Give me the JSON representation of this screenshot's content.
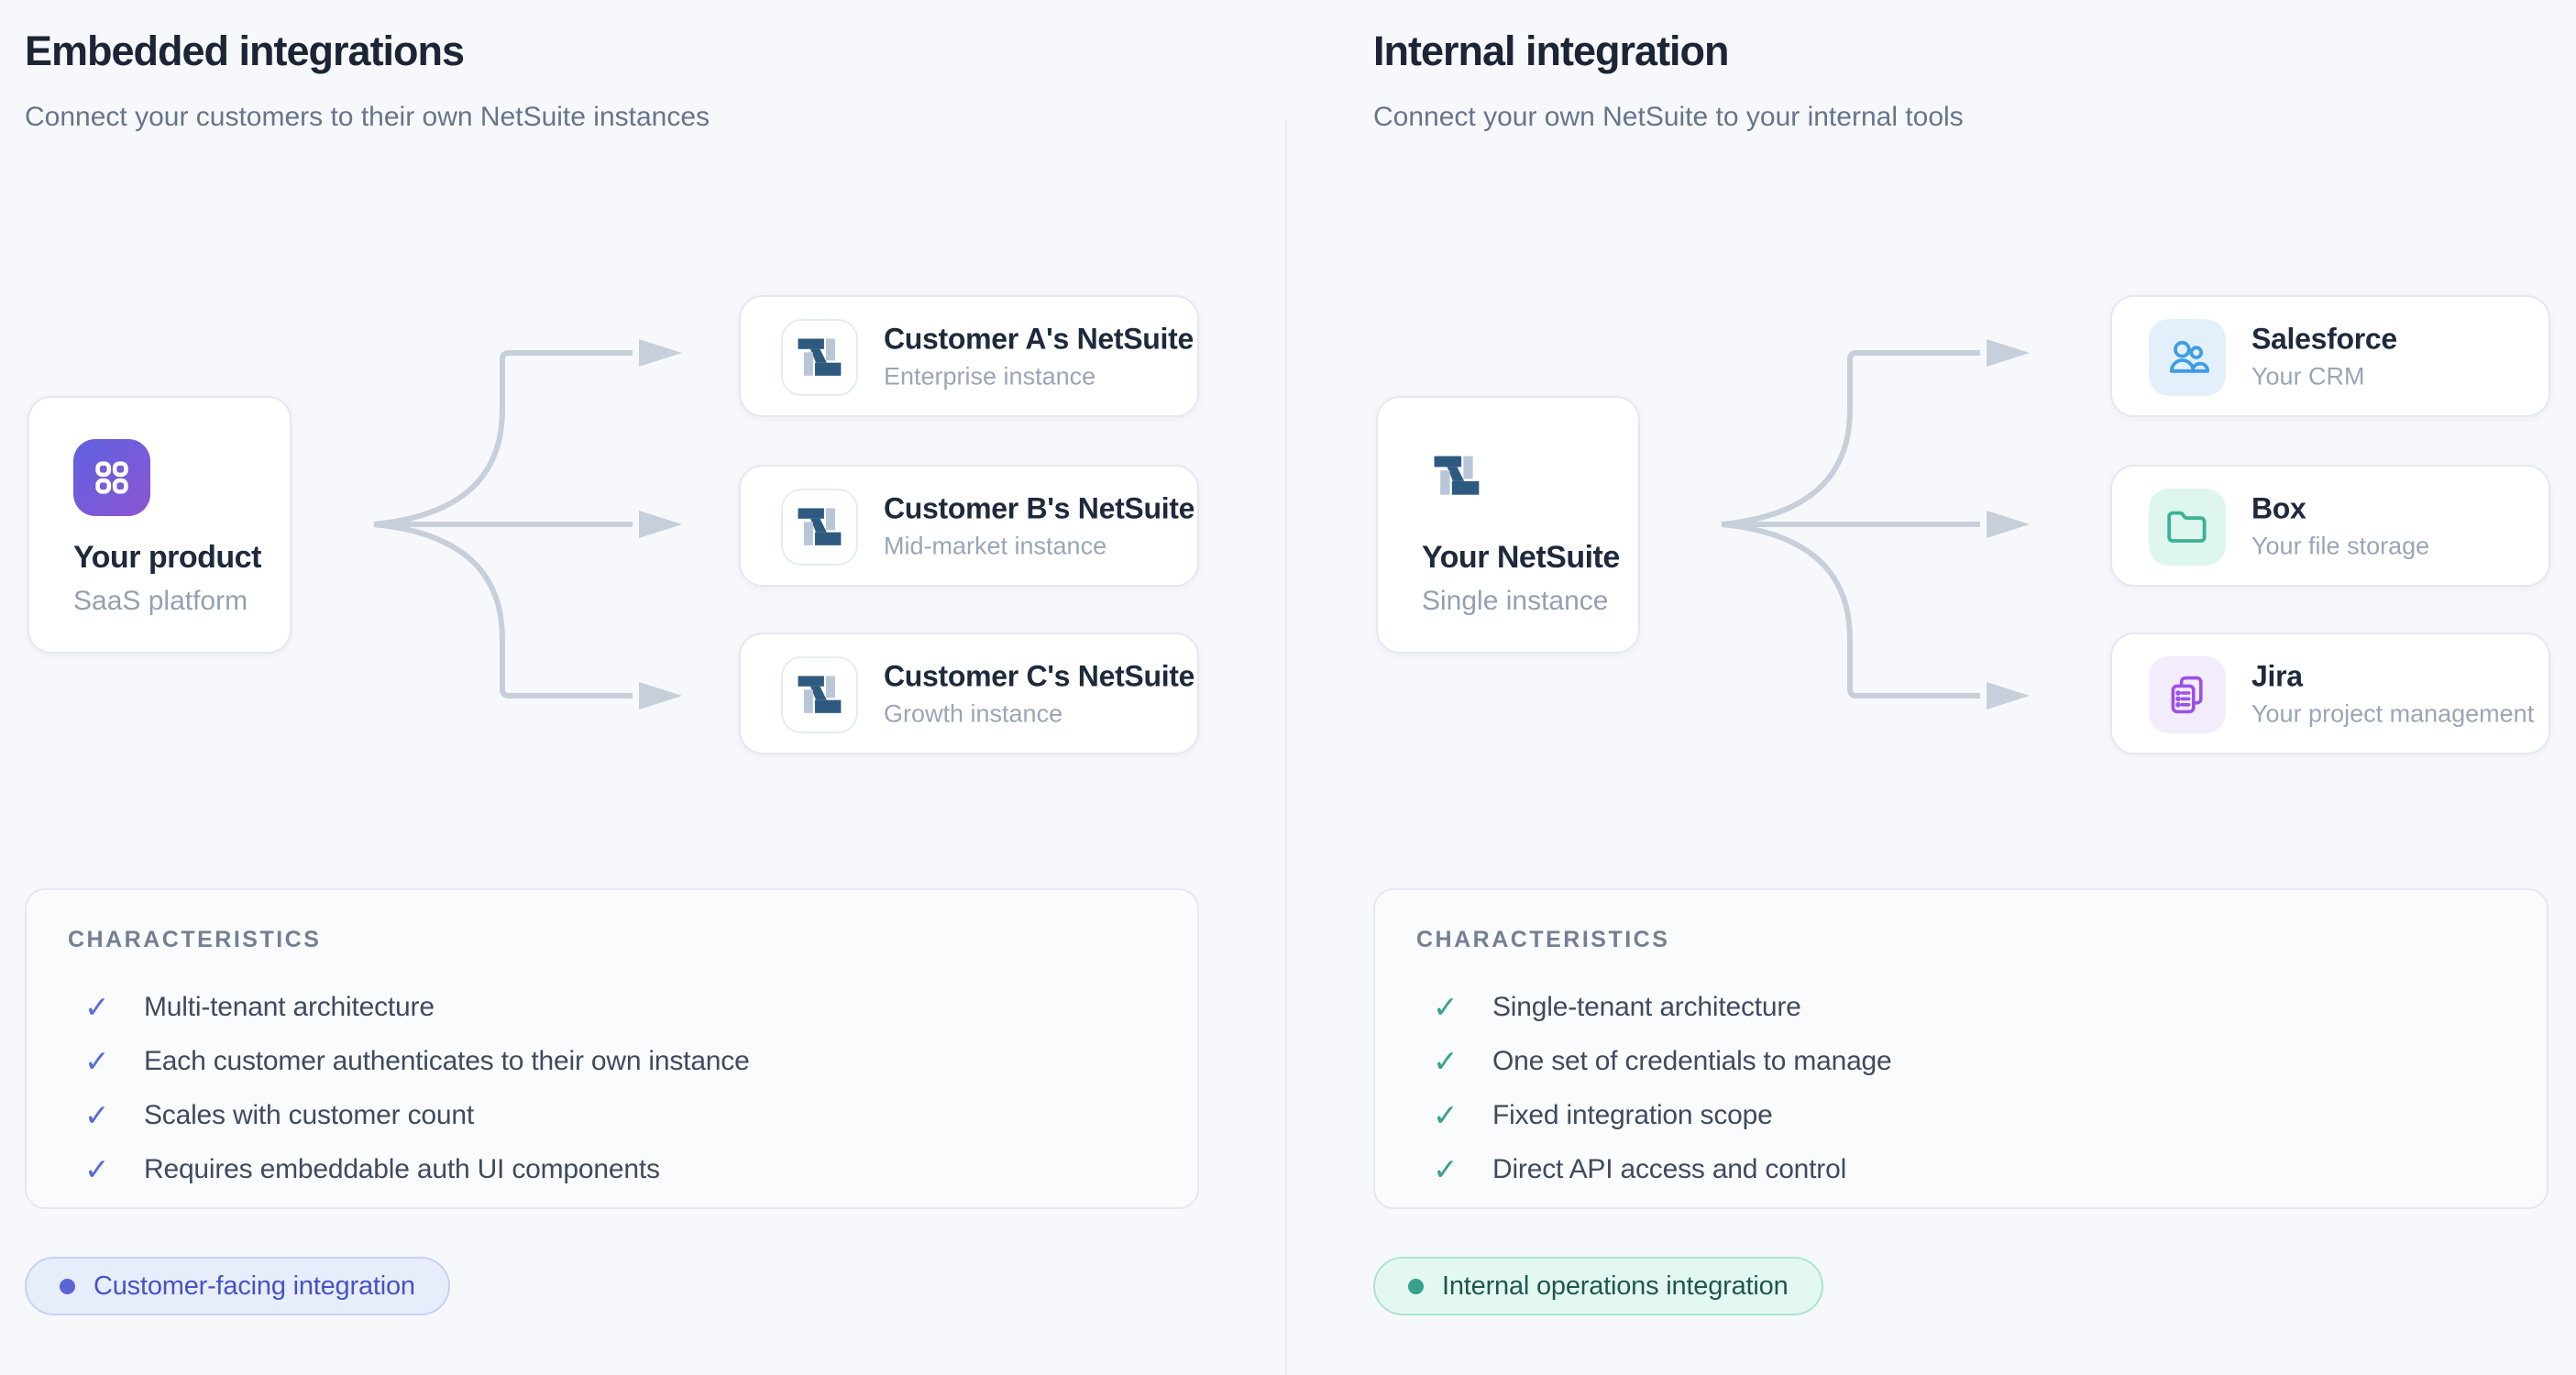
{
  "page": {
    "background": "#f7f8fb",
    "divider_color": "#e7ebf2",
    "arrow_color": "#c7cfdb",
    "netsuite_dark": "#2f5a80",
    "netsuite_light": "#b8c6d8"
  },
  "left_panel": {
    "title": "Embedded integrations",
    "subtitle": "Connect your customers to their own NetSuite instances",
    "source_card": {
      "title": "Your product",
      "subtitle": "SaaS platform",
      "icon": "app-grid-icon",
      "icon_gradient": [
        "#5f62e2",
        "#8c55d1"
      ]
    },
    "target_cards": [
      {
        "title": "Customer A's NetSuite",
        "subtitle": "Enterprise instance",
        "icon": "netsuite-logo"
      },
      {
        "title": "Customer B's NetSuite",
        "subtitle": "Mid-market instance",
        "icon": "netsuite-logo"
      },
      {
        "title": "Customer C's NetSuite",
        "subtitle": "Growth instance",
        "icon": "netsuite-logo"
      }
    ],
    "characteristics": {
      "label": "CHARACTERISTICS",
      "check_color": "#5a6ade",
      "items": [
        "Multi-tenant architecture",
        "Each customer authenticates to their own instance",
        "Scales with customer count",
        "Requires embeddable auth UI components"
      ]
    },
    "badge": {
      "label": "Customer-facing integration",
      "text_color": "#4753c5",
      "bg": "#e8edfc",
      "border": "#c7d1f5",
      "dot": "#5a66d4"
    }
  },
  "right_panel": {
    "title": "Internal integration",
    "subtitle": "Connect your own NetSuite to your internal tools",
    "source_card": {
      "title": "Your NetSuite",
      "subtitle": "Single instance",
      "icon": "netsuite-logo"
    },
    "target_cards": [
      {
        "title": "Salesforce",
        "subtitle": "Your CRM",
        "icon": "users-icon",
        "tile_bg": "#e3f0fc",
        "icon_color": "#3f9ce6"
      },
      {
        "title": "Box",
        "subtitle": "Your file storage",
        "icon": "folder-icon",
        "tile_bg": "#def6ee",
        "icon_color": "#3bb294"
      },
      {
        "title": "Jira",
        "subtitle": "Your project management",
        "icon": "clipboard-icon",
        "tile_bg": "#f3ecfc",
        "icon_color": "#9b50e8"
      }
    ],
    "characteristics": {
      "label": "CHARACTERISTICS",
      "check_color": "#38a28c",
      "items": [
        "Single-tenant architecture",
        "One set of credentials to manage",
        "Fixed integration scope",
        "Direct API access and control"
      ]
    },
    "badge": {
      "label": "Internal operations integration",
      "text_color": "#1f574e",
      "bg": "#e4f8f2",
      "border": "#aae4d3",
      "dot": "#38a28c"
    }
  }
}
